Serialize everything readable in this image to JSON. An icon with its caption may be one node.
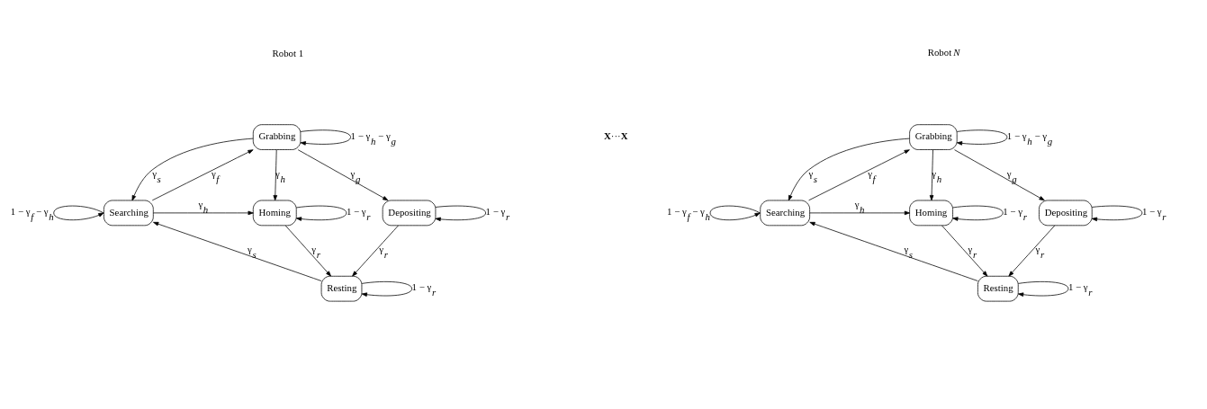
{
  "diagram": {
    "nodes": [
      {
        "text": [
          "Grabbing"
        ]
      },
      {
        "text": [
          "Searching"
        ]
      },
      {
        "text": [
          "Homing"
        ]
      },
      {
        "text": [
          "Depositing"
        ]
      },
      {
        "text": [
          "Resting"
        ]
      },
      {
        "text": [
          "Grabbing"
        ]
      },
      {
        "text": [
          "Searching"
        ]
      },
      {
        "text": [
          "Homing"
        ]
      },
      {
        "text": [
          "Depositing"
        ]
      },
      {
        "text": [
          "Resting"
        ]
      }
    ],
    "edges": [
      {
        "from": 0,
        "to": 0,
        "arrow": "to",
        "label": "1 − γ$_{h}$ − γ$_{g}$"
      },
      {
        "from": 0,
        "to": 1,
        "arrow": "to",
        "label": "γ$_{s}$"
      },
      {
        "from": 1,
        "to": 0,
        "arrow": "to",
        "label": "γ$_{f}$"
      },
      {
        "from": 0,
        "to": 2,
        "arrow": "to",
        "label": "γ$_{h}$"
      },
      {
        "from": 0,
        "to": 3,
        "arrow": "to",
        "label": "γ$_{g}$"
      },
      {
        "from": 1,
        "to": 1,
        "arrow": "to",
        "label": "1 − γ$_{f}$ − γ$_{h}$"
      },
      {
        "from": 1,
        "to": 2,
        "arrow": "to",
        "label": "γ$_{h}$"
      },
      {
        "from": 2,
        "to": 2,
        "arrow": "to",
        "label": "1 − γ$_{r}$"
      },
      {
        "from": 3,
        "to": 3,
        "arrow": "to",
        "label": "1 − γ$_{r}$"
      },
      {
        "from": 2,
        "to": 4,
        "arrow": "to",
        "label": "γ$_{r}$"
      },
      {
        "from": 3,
        "to": 4,
        "arrow": "to",
        "label": "γ$_{r}$"
      },
      {
        "from": 4,
        "to": 1,
        "arrow": "to",
        "label": "γ$_{s}$"
      },
      {
        "from": 4,
        "to": 4,
        "arrow": "to",
        "label": "1 − γ$_{r}$"
      },
      {
        "from": 5,
        "to": 5,
        "arrow": "to",
        "label": "1 − γ$_{h}$ − γ$_{g}$"
      },
      {
        "from": 5,
        "to": 6,
        "arrow": "to",
        "label": "γ$_{s}$"
      },
      {
        "from": 6,
        "to": 5,
        "arrow": "to",
        "label": "γ$_{f}$"
      },
      {
        "from": 5,
        "to": 7,
        "arrow": "to",
        "label": "γ$_{h}$"
      },
      {
        "from": 5,
        "to": 8,
        "arrow": "to",
        "label": "γ$_{g}$"
      },
      {
        "from": 6,
        "to": 6,
        "arrow": "to",
        "label": "1 − γ$_{f}$ − γ$_{h}$"
      },
      {
        "from": 6,
        "to": 7,
        "arrow": "to",
        "label": "γ$_{h}$"
      },
      {
        "from": 7,
        "to": 7,
        "arrow": "to",
        "label": "1 − γ$_{r}$"
      },
      {
        "from": 8,
        "to": 8,
        "arrow": "to",
        "label": "1 − γ$_{r}$"
      },
      {
        "from": 7,
        "to": 9,
        "arrow": "to",
        "label": "γ$_{r}$"
      },
      {
        "from": 8,
        "to": 9,
        "arrow": "to",
        "label": "γ$_{r}$"
      },
      {
        "from": 9,
        "to": 6,
        "arrow": "to",
        "label": "γ$_{s}$"
      },
      {
        "from": 9,
        "to": 9,
        "arrow": "to",
        "label": "1 − γ$_{r}$"
      }
    ],
    "labels": [
      "Robot 1",
      "**X**···**X**",
      "Robot *N*"
    ]
  }
}
